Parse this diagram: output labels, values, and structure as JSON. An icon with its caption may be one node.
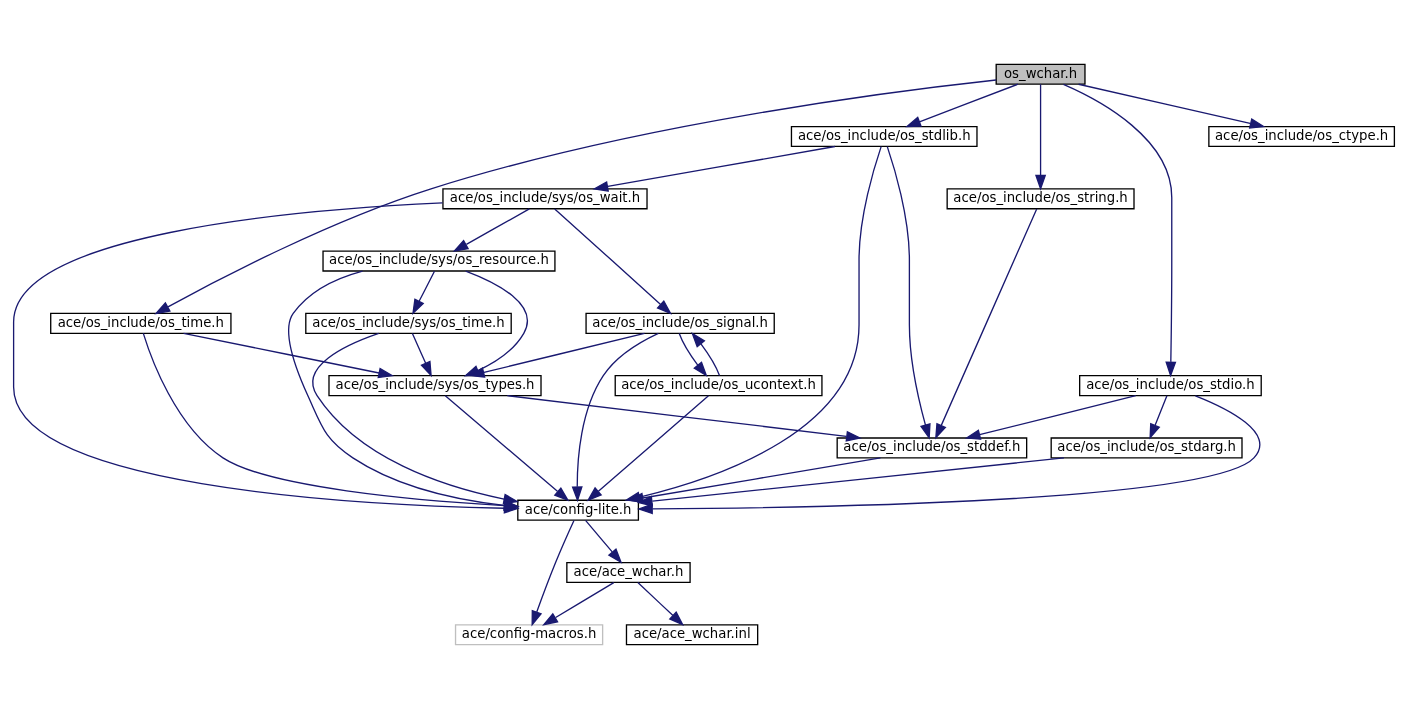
{
  "diagram": {
    "nodes": [
      {
        "text": [
          "os_wchar.h"
        ]
      },
      {
        "text": [
          "ace/os_include/os_stdlib.h"
        ]
      },
      {
        "text": [
          "ace/os_include/os_ctype.h"
        ]
      },
      {
        "text": [
          "ace/os_include/os_string.h"
        ]
      },
      {
        "text": [
          "ace/os_include/sys/os_wait.h"
        ]
      },
      {
        "text": [
          "ace/os_include/sys/os_resource.h"
        ]
      },
      {
        "text": [
          "ace/os_include/os_signal.h"
        ]
      },
      {
        "text": [
          "ace/os_include/sys/os_time.h"
        ]
      },
      {
        "text": [
          "ace/os_include/os_time.h"
        ]
      },
      {
        "text": [
          "ace/os_include/os_stdio.h"
        ]
      },
      {
        "text": [
          "ace/os_include/os_ucontext.h"
        ]
      },
      {
        "text": [
          "ace/os_include/sys/os_types.h"
        ]
      },
      {
        "text": [
          "ace/os_include/os_stdarg.h"
        ]
      },
      {
        "text": [
          "ace/os_include/os_stddef.h"
        ]
      },
      {
        "text": [
          "ace/config-lite.h"
        ]
      },
      {
        "text": [
          "ace/ace_wchar.h"
        ]
      },
      {
        "text": [
          "ace/config-macros.h"
        ]
      },
      {
        "text": [
          "ace/ace_wchar.inl"
        ]
      }
    ],
    "edges": [
      {
        "from": 0,
        "to": 1,
        "arrow": "to"
      },
      {
        "from": 0,
        "to": 2,
        "arrow": "to"
      },
      {
        "from": 0,
        "to": 3,
        "arrow": "to"
      },
      {
        "from": 0,
        "to": 9,
        "arrow": "to"
      },
      {
        "from": 0,
        "to": 8,
        "arrow": "to"
      },
      {
        "from": 1,
        "to": 4,
        "arrow": "to"
      },
      {
        "from": 1,
        "to": 13,
        "arrow": "to"
      },
      {
        "from": 1,
        "to": 14,
        "arrow": "to"
      },
      {
        "from": 3,
        "to": 13,
        "arrow": "to"
      },
      {
        "from": 4,
        "to": 5,
        "arrow": "to"
      },
      {
        "from": 4,
        "to": 6,
        "arrow": "to"
      },
      {
        "from": 4,
        "to": 14,
        "arrow": "to"
      },
      {
        "from": 5,
        "to": 7,
        "arrow": "to"
      },
      {
        "from": 5,
        "to": 11,
        "arrow": "to"
      },
      {
        "from": 5,
        "to": 14,
        "arrow": "to"
      },
      {
        "from": 6,
        "to": 10,
        "arrow": "to"
      },
      {
        "from": 6,
        "to": 11,
        "arrow": "to"
      },
      {
        "from": 6,
        "to": 14,
        "arrow": "to"
      },
      {
        "from": 10,
        "to": 6,
        "arrow": "to"
      },
      {
        "from": 10,
        "to": 14,
        "arrow": "to"
      },
      {
        "from": 7,
        "to": 11,
        "arrow": "to"
      },
      {
        "from": 7,
        "to": 14,
        "arrow": "to"
      },
      {
        "from": 8,
        "to": 11,
        "arrow": "to"
      },
      {
        "from": 8,
        "to": 14,
        "arrow": "to"
      },
      {
        "from": 9,
        "to": 12,
        "arrow": "to"
      },
      {
        "from": 9,
        "to": 13,
        "arrow": "to"
      },
      {
        "from": 9,
        "to": 14,
        "arrow": "to"
      },
      {
        "from": 11,
        "to": 13,
        "arrow": "to"
      },
      {
        "from": 11,
        "to": 14,
        "arrow": "to"
      },
      {
        "from": 12,
        "to": 14,
        "arrow": "to"
      },
      {
        "from": 13,
        "to": 14,
        "arrow": "to"
      },
      {
        "from": 14,
        "to": 15,
        "arrow": "to"
      },
      {
        "from": 14,
        "to": 16,
        "arrow": "to"
      },
      {
        "from": 15,
        "to": 16,
        "arrow": "to"
      },
      {
        "from": 15,
        "to": 17,
        "arrow": "to"
      }
    ]
  }
}
